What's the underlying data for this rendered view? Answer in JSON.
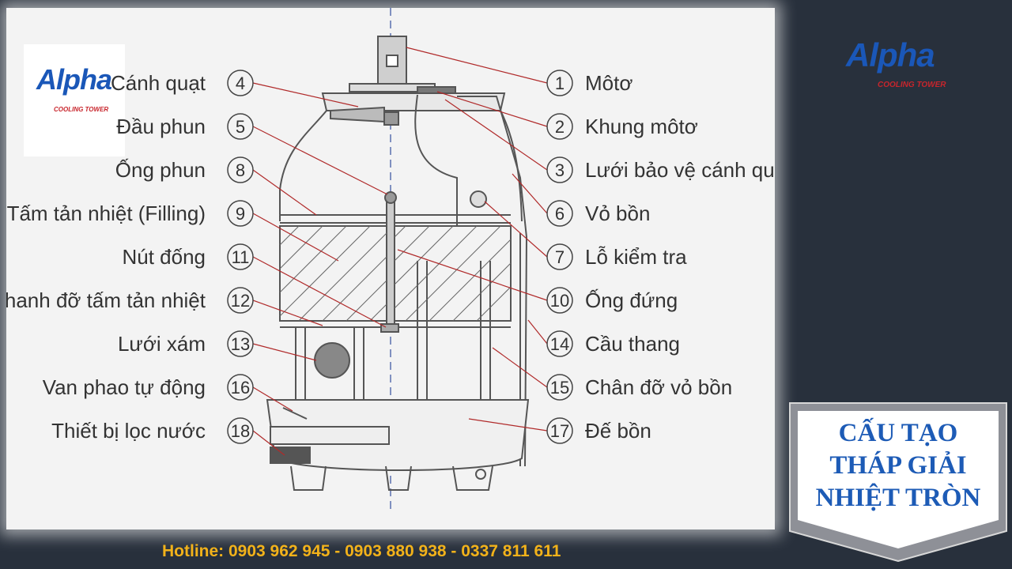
{
  "left_labels": [
    {
      "num": "4",
      "label": "Cánh quạt"
    },
    {
      "num": "5",
      "label": "Đầu phun"
    },
    {
      "num": "8",
      "label": "Ống phun"
    },
    {
      "num": "9",
      "label": "Tấm tản nhiệt (Filling)"
    },
    {
      "num": "11",
      "label": "Nút đống"
    },
    {
      "num": "12",
      "label": "Thanh đỡ tấm tản nhiệt"
    },
    {
      "num": "13",
      "label": "Lưới xám"
    },
    {
      "num": "16",
      "label": "Van phao tự động"
    },
    {
      "num": "18",
      "label": "Thiết bị lọc nước"
    }
  ],
  "right_labels": [
    {
      "num": "1",
      "label": "Môtơ"
    },
    {
      "num": "2",
      "label": "Khung môtơ"
    },
    {
      "num": "3",
      "label": "Lưới bảo vệ cánh quạt"
    },
    {
      "num": "6",
      "label": "Vỏ bồn"
    },
    {
      "num": "7",
      "label": "Lỗ kiểm tra"
    },
    {
      "num": "10",
      "label": "Ống đứng"
    },
    {
      "num": "14",
      "label": "Cầu thang"
    },
    {
      "num": "15",
      "label": "Chân đỡ vỏ bồn"
    },
    {
      "num": "17",
      "label": "Đế bồn"
    }
  ],
  "logo": {
    "word": "Alpha",
    "sub": "COOLING TOWER"
  },
  "hotline": "Hotline: 0903 962 945 - 0903 880 938 - 0337 811 611",
  "title_lines": [
    "CẤU TẠO",
    "THÁP GIẢI",
    "NHIỆT TRÒN"
  ],
  "colors": {
    "background": "#28303c",
    "title": "#1d5bb6",
    "hotline": "#f2b21a",
    "logo_blue": "#1a57b8",
    "logo_red": "#c8252c"
  }
}
